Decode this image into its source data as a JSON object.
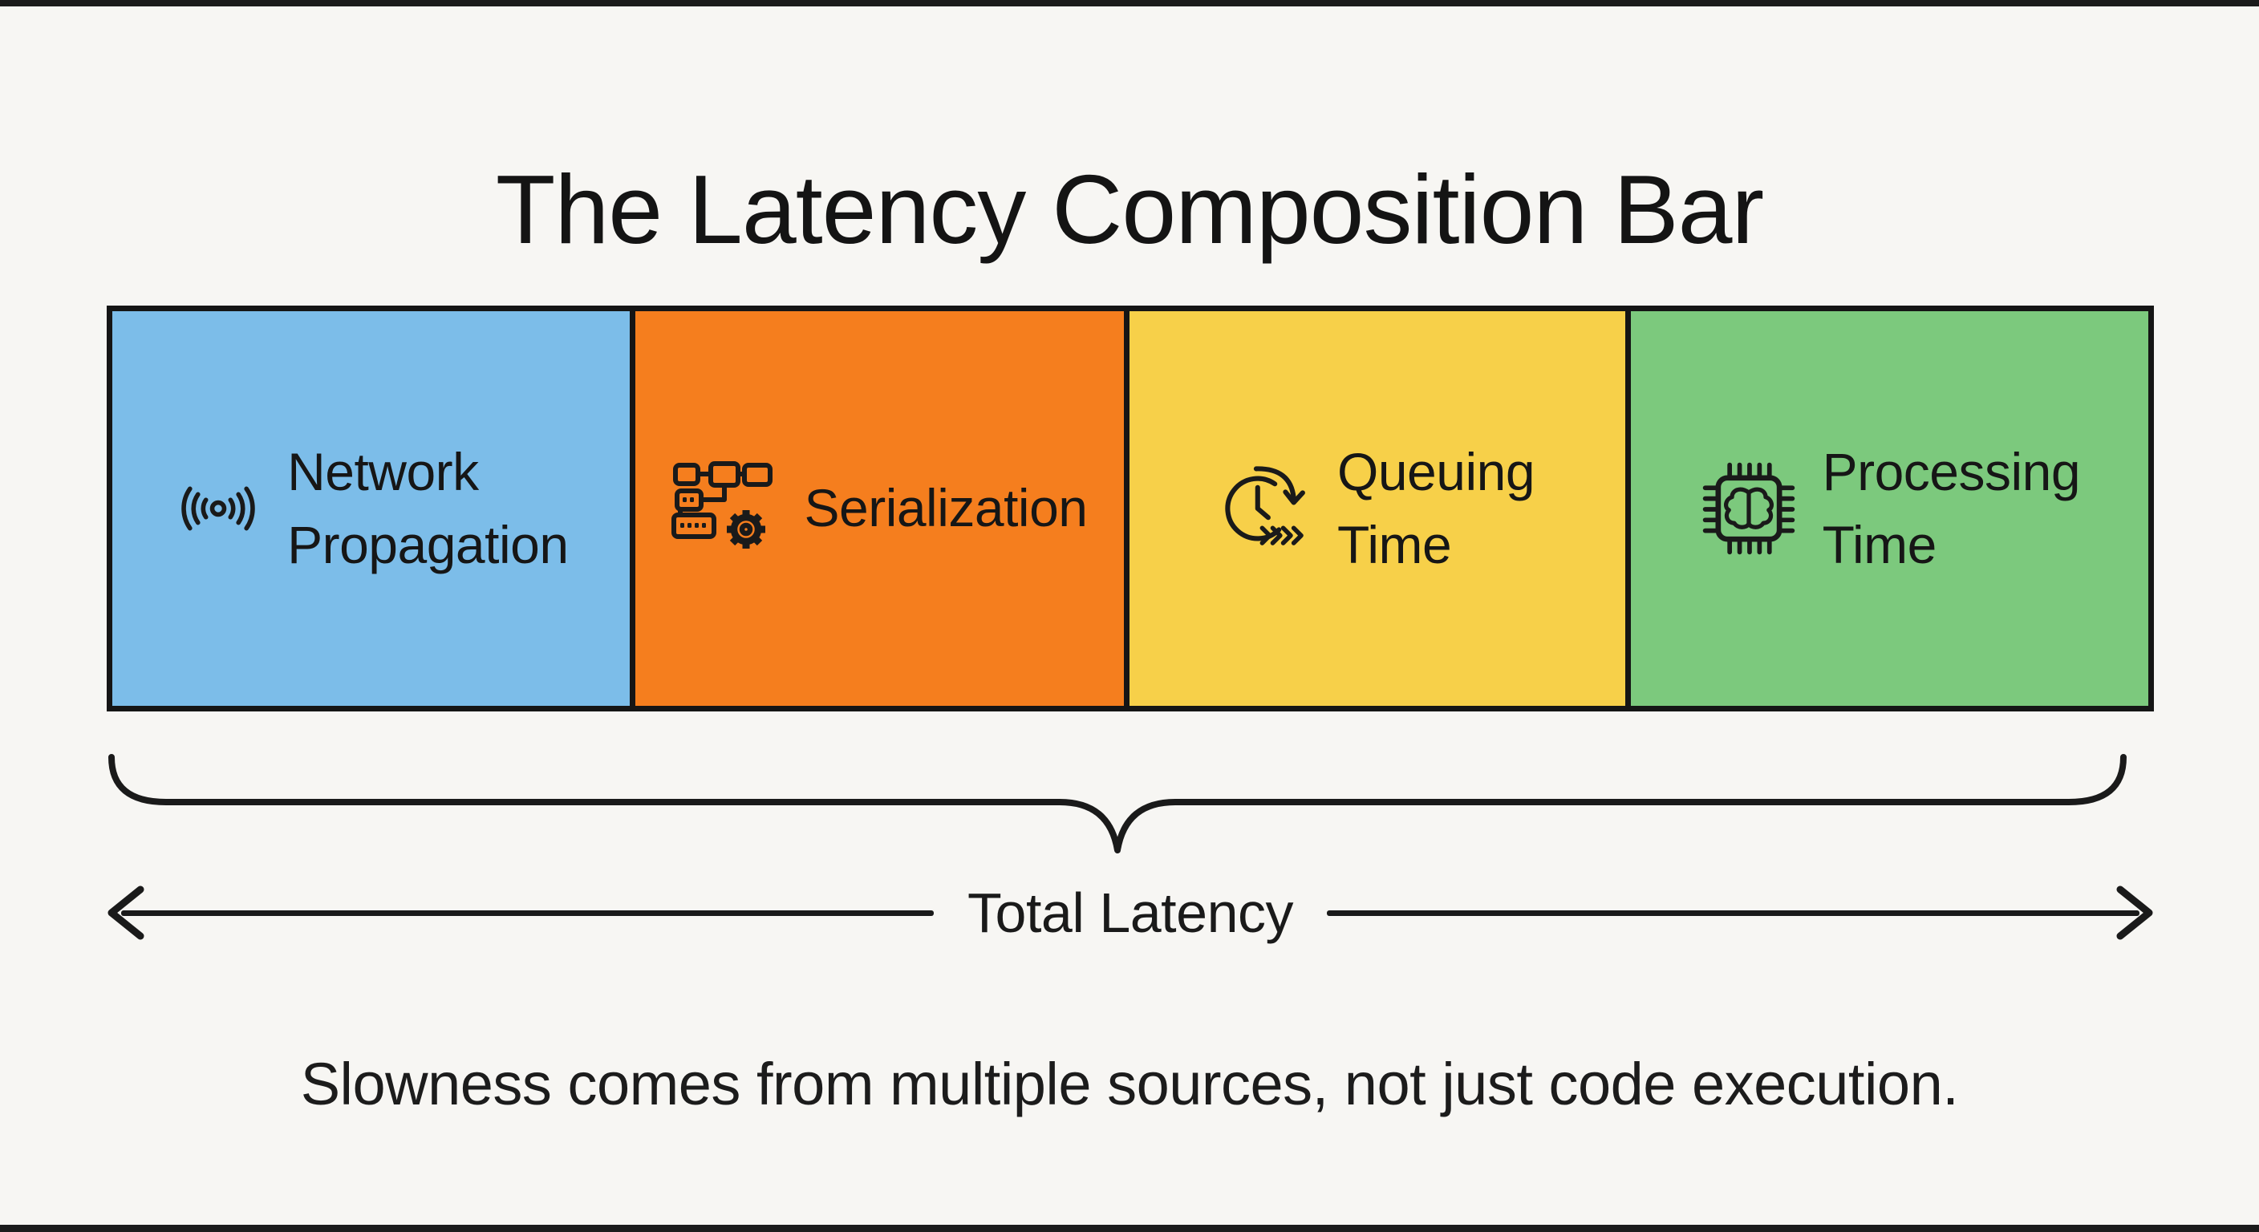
{
  "title": "The Latency Composition Bar",
  "colors": {
    "background": "#F7F6F3",
    "ink": "#1A1A1A",
    "segment_blue": "#7CBDE9",
    "segment_orange": "#F57E1E",
    "segment_yellow": "#F7D049",
    "segment_green": "#7CC97D"
  },
  "bar": {
    "segments": [
      {
        "id": "network-propagation",
        "label_line1": "Network",
        "label_line2": "Propagation",
        "icon": "radio-signal-icon",
        "color": "#7CBDE9"
      },
      {
        "id": "serialization",
        "label_line1": "Serialization",
        "label_line2": "",
        "icon": "workflow-gear-icon",
        "color": "#F57E1E"
      },
      {
        "id": "queuing-time",
        "label_line1": "Queuing",
        "label_line2": "Time",
        "icon": "clock-queue-icon",
        "color": "#F7D049"
      },
      {
        "id": "processing-time",
        "label_line1": "Processing",
        "label_line2": "Time",
        "icon": "chip-brain-icon",
        "color": "#7CC97D"
      }
    ]
  },
  "total_label": "Total Latency",
  "caption": "Slowness comes from multiple sources, not just code execution."
}
